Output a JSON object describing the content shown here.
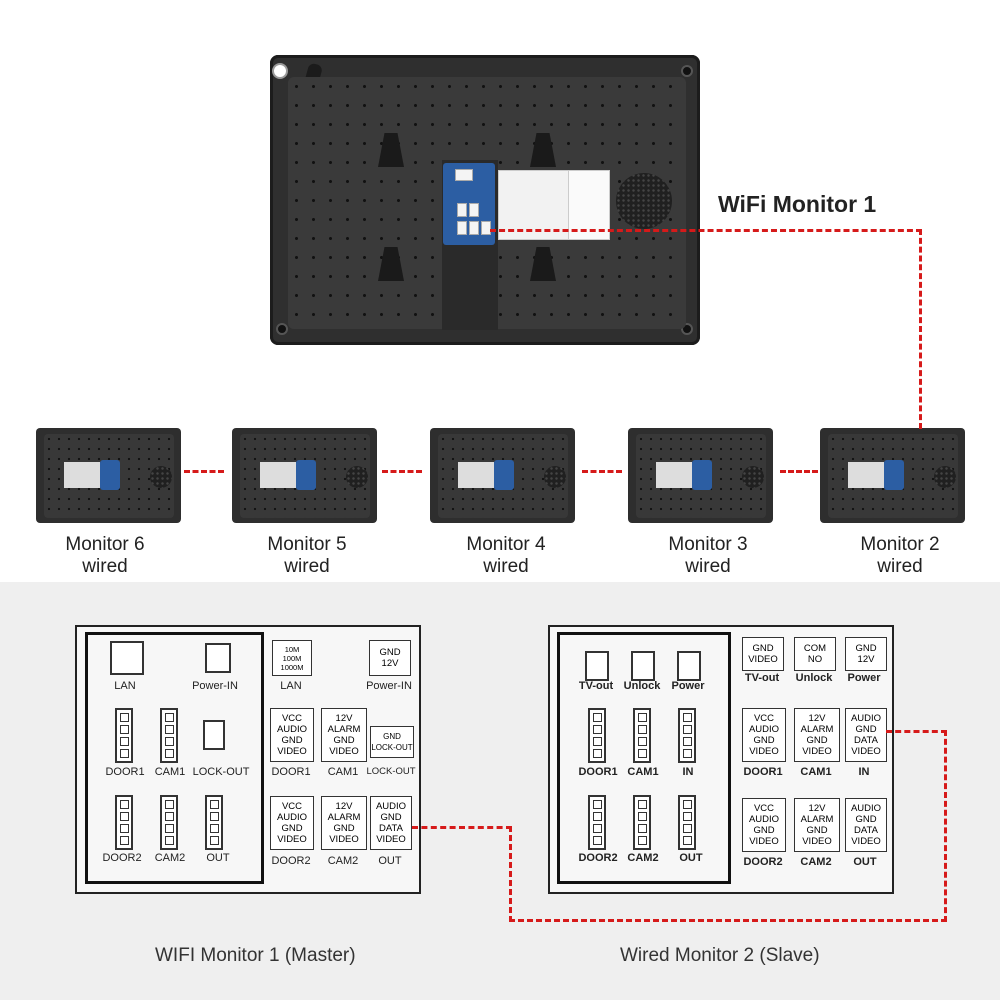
{
  "top_monitor": {
    "label": "WiFi Monitor 1"
  },
  "wired_monitors": [
    {
      "name": "Monitor 6",
      "type": "wired"
    },
    {
      "name": "Monitor 5",
      "type": "wired"
    },
    {
      "name": "Monitor 4",
      "type": "wired"
    },
    {
      "name": "Monitor 3",
      "type": "wired"
    },
    {
      "name": "Monitor 2",
      "type": "wired"
    }
  ],
  "master": {
    "title": "WIFI Monitor 1 (Master)",
    "ports": {
      "lan": "LAN",
      "power_in": "Power-IN",
      "door1": "DOOR1",
      "cam1": "CAM1",
      "lock_out": "LOCK-OUT",
      "door2": "DOOR2",
      "cam2": "CAM2",
      "out": "OUT"
    },
    "boxes": {
      "lan": [
        "10M",
        "100M",
        "1000M"
      ],
      "power": [
        "GND",
        "12V"
      ],
      "door1": [
        "VCC",
        "AUDIO",
        "GND",
        "VIDEO"
      ],
      "cam1": [
        "12V",
        "ALARM",
        "GND",
        "VIDEO"
      ],
      "lock": [
        "GND",
        "LOCK-OUT"
      ],
      "door2": [
        "VCC",
        "AUDIO",
        "GND",
        "VIDEO"
      ],
      "cam2": [
        "12V",
        "ALARM",
        "GND",
        "VIDEO"
      ],
      "out": [
        "AUDIO",
        "GND",
        "DATA",
        "VIDEO"
      ]
    }
  },
  "slave": {
    "title": "Wired Monitor 2 (Slave)",
    "ports": {
      "tv_out": "TV-out",
      "unlock": "Unlock",
      "power": "Power",
      "door1": "DOOR1",
      "cam1": "CAM1",
      "in": "IN",
      "door2": "DOOR2",
      "cam2": "CAM2",
      "out": "OUT"
    },
    "boxes": {
      "tvout": [
        "GND",
        "VIDEO"
      ],
      "unlock": [
        "COM",
        "NO"
      ],
      "power": [
        "GND",
        "12V"
      ],
      "door1": [
        "VCC",
        "AUDIO",
        "GND",
        "VIDEO"
      ],
      "cam1": [
        "12V",
        "ALARM",
        "GND",
        "VIDEO"
      ],
      "in": [
        "AUDIO",
        "GND",
        "DATA",
        "VIDEO"
      ],
      "door2": [
        "VCC",
        "AUDIO",
        "GND",
        "VIDEO"
      ],
      "cam2": [
        "12V",
        "ALARM",
        "GND",
        "VIDEO"
      ],
      "out": [
        "AUDIO",
        "GND",
        "DATA",
        "VIDEO"
      ]
    }
  },
  "colors": {
    "wire": "#d61a1a",
    "monitor_body": "#2f2f2f",
    "board": "#2c5ea3",
    "diagram_bg": "#efefef"
  }
}
